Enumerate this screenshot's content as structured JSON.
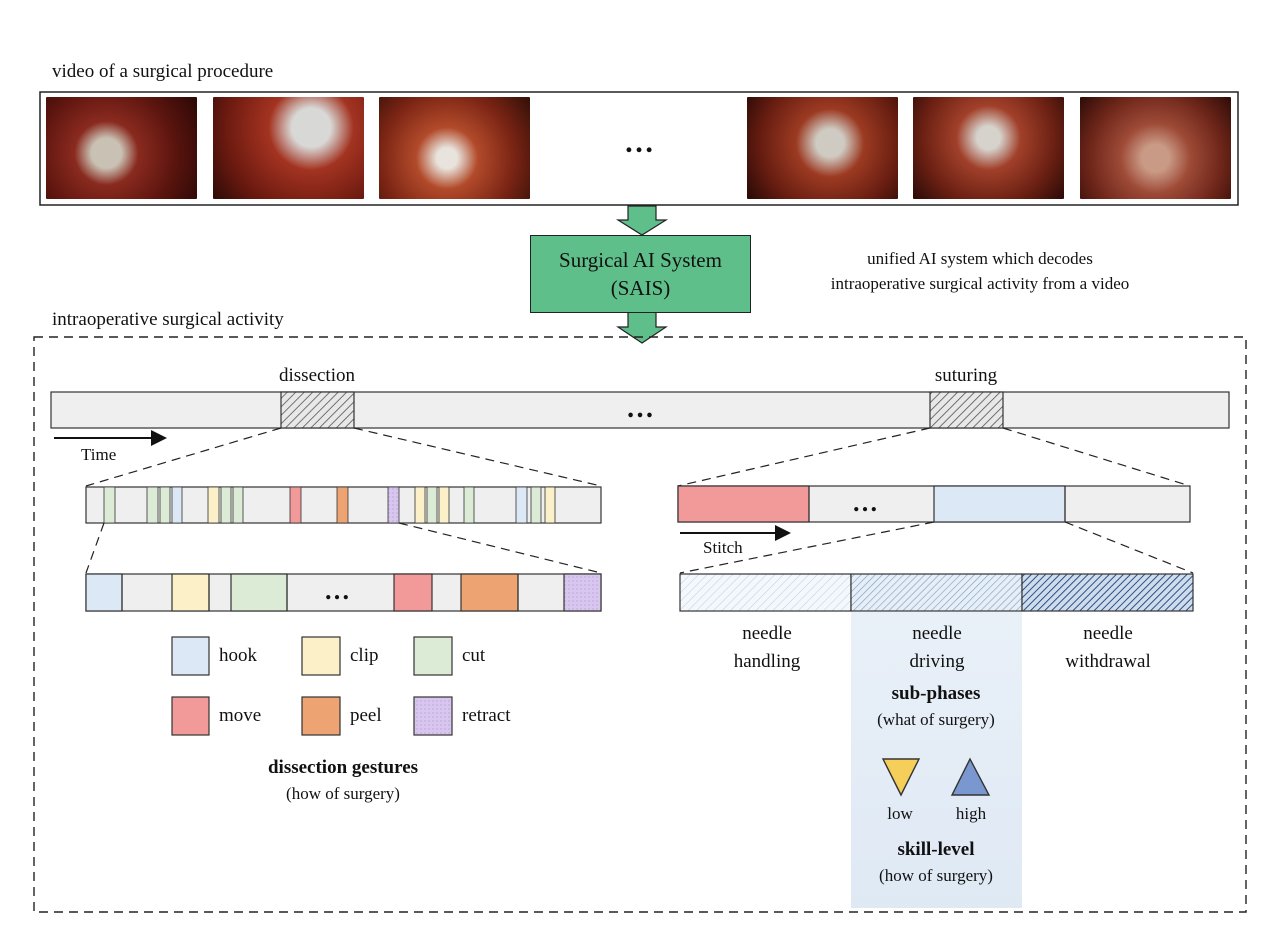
{
  "video": {
    "label": "video of a surgical procedure",
    "ellipsis": "…",
    "frames": [
      "frame-1",
      "frame-2",
      "frame-3",
      "frame-4",
      "frame-5",
      "frame-6"
    ]
  },
  "system": {
    "line1": "Surgical AI System",
    "line2": "(SAIS)",
    "color": "#5fbf8a",
    "desc_line1": "unified AI system which decodes",
    "desc_line2": "intraoperative surgical activity from a video"
  },
  "activity": {
    "label": "intraoperative surgical activity",
    "phase_left": "dissection",
    "phase_right": "suturing",
    "ellipsis": "…",
    "time_label": "Time",
    "stitch_label": "Stitch"
  },
  "gestures": {
    "ellipsis": "…",
    "legend": [
      {
        "label": "hook",
        "color": "#dce8f5"
      },
      {
        "label": "clip",
        "color": "#fbf0c8"
      },
      {
        "label": "cut",
        "color": "#dcebd6"
      },
      {
        "label": "move",
        "color": "#f2999a"
      },
      {
        "label": "peel",
        "color": "#eda472"
      },
      {
        "label": "retract",
        "color": "#d9c6ee"
      }
    ],
    "title": "dissection gestures",
    "subtitle": "(how of surgery)"
  },
  "subphases": {
    "ellipsis": "…",
    "items": [
      {
        "line1": "needle",
        "line2": "handling"
      },
      {
        "line1": "needle",
        "line2": "driving"
      },
      {
        "line1": "needle",
        "line2": "withdrawal"
      }
    ],
    "title": "sub-phases",
    "subtitle": "(what of surgery)"
  },
  "skill": {
    "low_label": "low",
    "high_label": "high",
    "low_color": "#f6cf5a",
    "high_color": "#7b97cf",
    "title": "skill-level",
    "subtitle": "(how of surgery)"
  }
}
